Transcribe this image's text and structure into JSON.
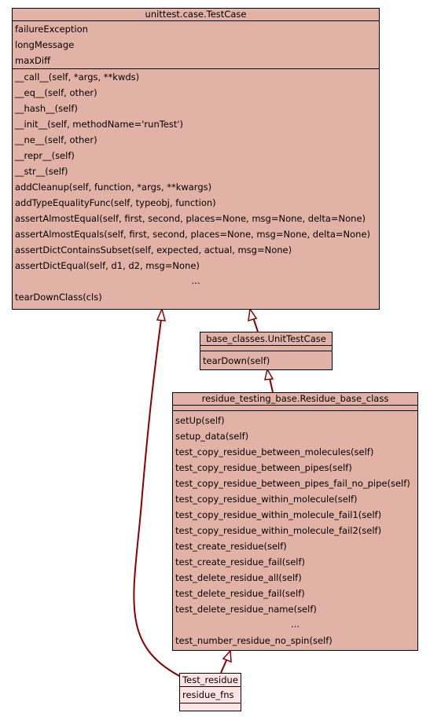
{
  "testcase": {
    "name": "unittest.case.TestCase",
    "attributes": [
      "failureException",
      "longMessage",
      "maxDiff"
    ],
    "methods": [
      "__call__(self, *args, **kwds)",
      "__eq__(self, other)",
      "__hash__(self)",
      "__init__(self, methodName='runTest')",
      "__ne__(self, other)",
      "__repr__(self)",
      "__str__(self)",
      "addCleanup(self, function, *args, **kwargs)",
      "addTypeEqualityFunc(self, typeobj, function)",
      "assertAlmostEqual(self, first, second, places=None, msg=None, delta=None)",
      "assertAlmostEquals(self, first, second, places=None, msg=None, delta=None)",
      "assertDictContainsSubset(self, expected, actual, msg=None)",
      "assertDictEqual(self, d1, d2, msg=None)",
      "...",
      "tearDownClass(cls)"
    ]
  },
  "unittestcase": {
    "name": "base_classes.UnitTestCase",
    "methods": [
      "tearDown(self)"
    ]
  },
  "residue_base": {
    "name": "residue_testing_base.Residue_base_class",
    "methods": [
      "setUp(self)",
      "setup_data(self)",
      "test_copy_residue_between_molecules(self)",
      "test_copy_residue_between_pipes(self)",
      "test_copy_residue_between_pipes_fail_no_pipe(self)",
      "test_copy_residue_within_molecule(self)",
      "test_copy_residue_within_molecule_fail1(self)",
      "test_copy_residue_within_molecule_fail2(self)",
      "test_create_residue(self)",
      "test_create_residue_fail(self)",
      "test_delete_residue_all(self)",
      "test_delete_residue_fail(self)",
      "test_delete_residue_name(self)",
      "...",
      "test_number_residue_no_spin(self)"
    ]
  },
  "test_residue": {
    "name": "Test_residue",
    "attributes": [
      "residue_fns"
    ]
  },
  "colors": {
    "class_fill": "#e3b2a6",
    "highlight_fill": "#ffe3e3",
    "edge": "#8b0000"
  }
}
